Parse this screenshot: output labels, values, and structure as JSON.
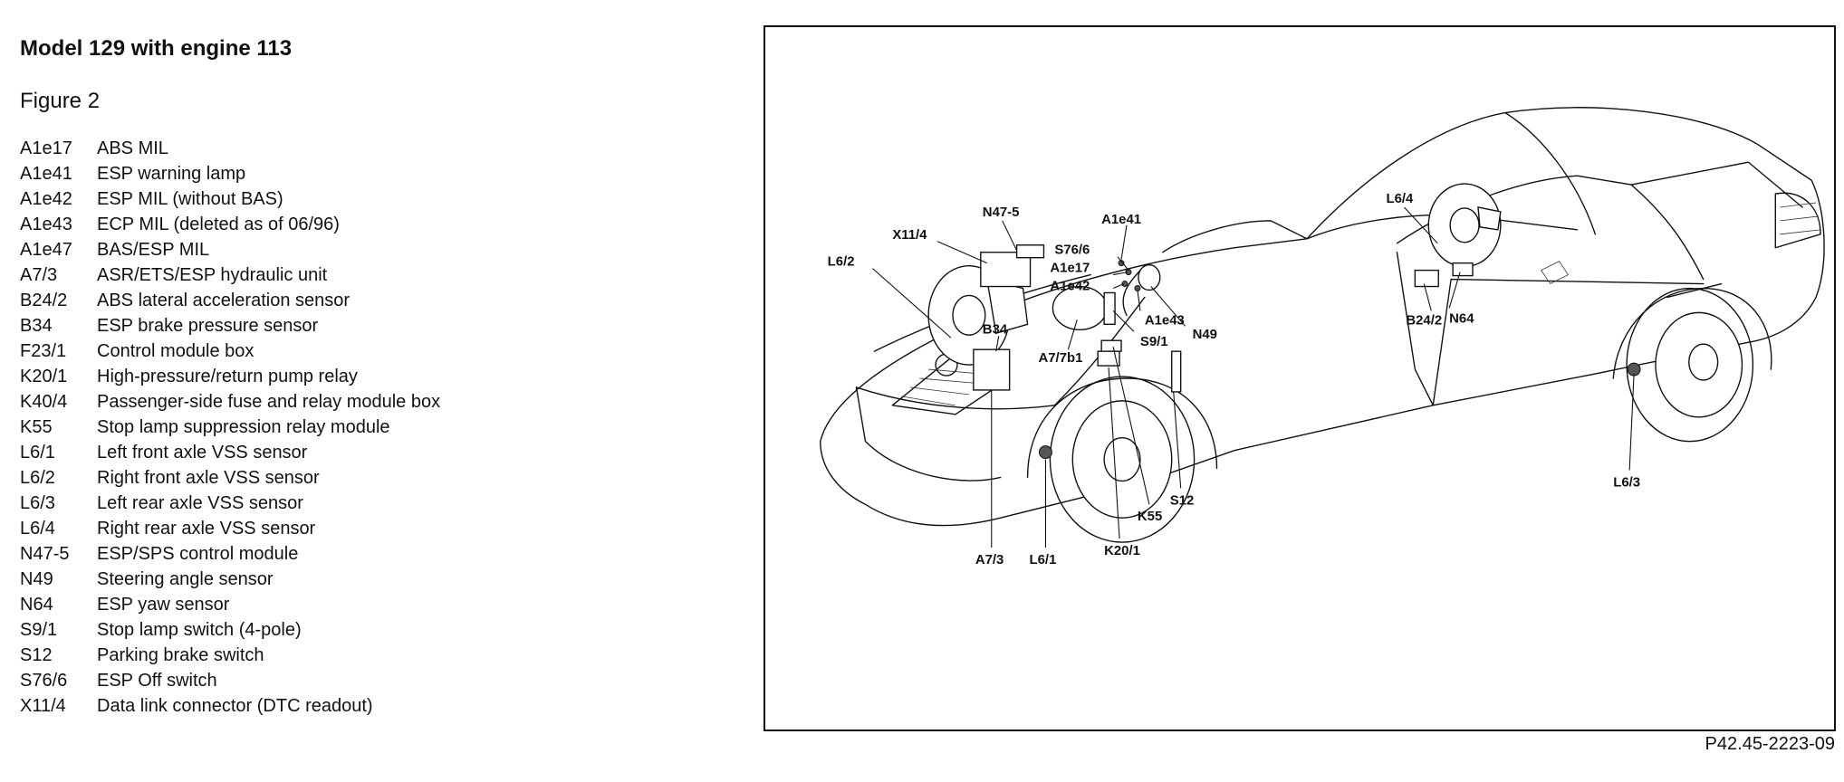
{
  "title": "Model 129 with engine 113",
  "figure": "Figure 2",
  "legend": [
    {
      "code": "A1e17",
      "desc": "ABS MIL"
    },
    {
      "code": "A1e41",
      "desc": "ESP warning lamp"
    },
    {
      "code": "A1e42",
      "desc": "ESP MIL (without BAS)"
    },
    {
      "code": "A1e43",
      "desc": "ECP MIL (deleted as of 06/96)"
    },
    {
      "code": "A1e47",
      "desc": "BAS/ESP MIL"
    },
    {
      "code": "A7/3",
      "desc": "ASR/ETS/ESP hydraulic unit"
    },
    {
      "code": "B24/2",
      "desc": "ABS lateral acceleration sensor"
    },
    {
      "code": "B34",
      "desc": "ESP brake pressure sensor"
    },
    {
      "code": "F23/1",
      "desc": "Control module box"
    },
    {
      "code": "K20/1",
      "desc": "High-pressure/return pump relay"
    },
    {
      "code": "K40/4",
      "desc": "Passenger-side fuse and relay module box"
    },
    {
      "code": "K55",
      "desc": "Stop lamp suppression relay module"
    },
    {
      "code": "L6/1",
      "desc": "Left front axle VSS sensor"
    },
    {
      "code": "L6/2",
      "desc": "Right front axle VSS sensor"
    },
    {
      "code": "L6/3",
      "desc": "Left rear axle VSS sensor"
    },
    {
      "code": "L6/4",
      "desc": "Right rear axle VSS sensor"
    },
    {
      "code": "N47-5",
      "desc": "ESP/SPS control module"
    },
    {
      "code": "N49",
      "desc": "Steering angle sensor"
    },
    {
      "code": "N64",
      "desc": "ESP yaw sensor"
    },
    {
      "code": "S9/1",
      "desc": "Stop lamp switch (4-pole)"
    },
    {
      "code": "S12",
      "desc": "Parking brake switch"
    },
    {
      "code": "S76/6",
      "desc": "ESP Off switch"
    },
    {
      "code": "X11/4",
      "desc": "Data link connector (DTC readout)"
    }
  ],
  "diagram": {
    "labels": {
      "n47_5": "N47-5",
      "x11_4": "X11/4",
      "l6_2": "L6/2",
      "a1e41": "A1e41",
      "s76_6": "S76/6",
      "a1e17": "A1e17",
      "a1e42": "A1e42",
      "a1e43": "A1e43",
      "n49": "N49",
      "s9_1": "S9/1",
      "a7_7b1": "A7/7b1",
      "b34": "B34",
      "l6_4": "L6/4",
      "n64": "N64",
      "b24_2": "B24/2",
      "l6_3": "L6/3",
      "s12": "S12",
      "k55": "K55",
      "k20_1": "K20/1",
      "a7_3": "A7/3",
      "l6_1": "L6/1"
    },
    "reference": "P42.45-2223-09"
  }
}
